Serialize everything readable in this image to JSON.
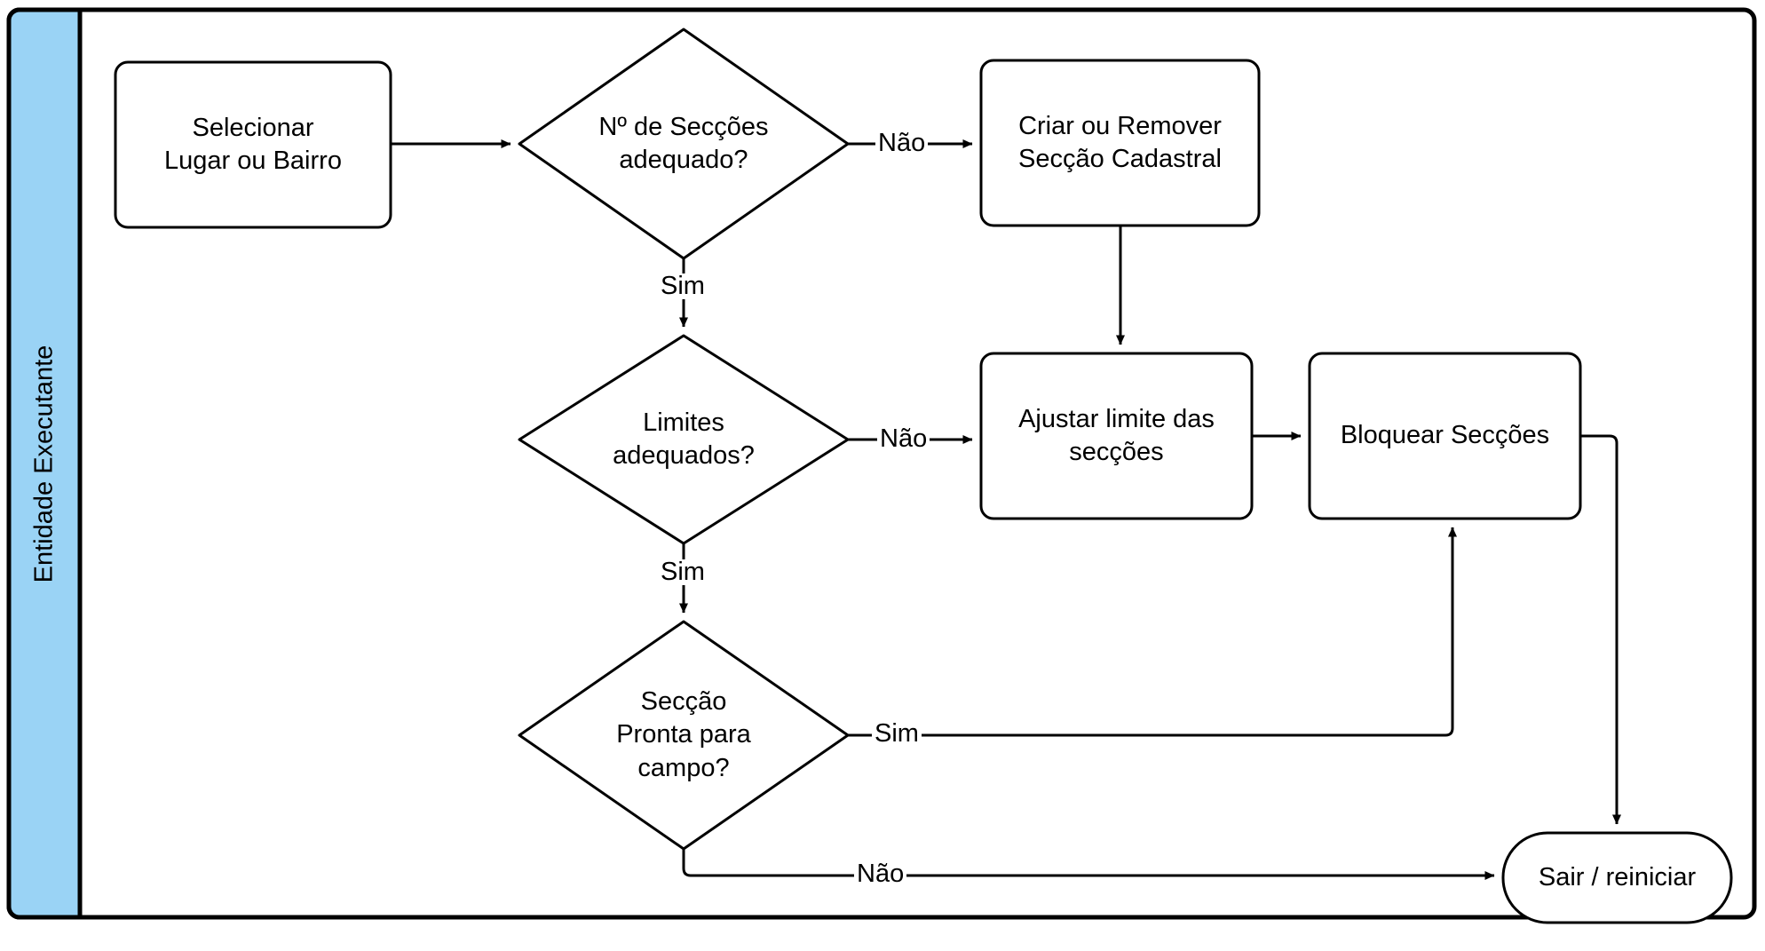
{
  "diagram": {
    "type": "flowchart",
    "title_visible": false,
    "colors": {
      "lane_fill": "#9ad3f5",
      "stroke": "#000000",
      "shape_fill": "#ffffff",
      "canvas": "#ffffff"
    },
    "lane": {
      "label": "Entidade Executante"
    },
    "nodes": [
      {
        "id": "selecionar",
        "shape": "process",
        "label": "Selecionar\nLugar ou Bairro"
      },
      {
        "id": "num-seccoes",
        "shape": "decision",
        "label": "Nº de Secções\nadequado?"
      },
      {
        "id": "criar-remover",
        "shape": "process",
        "label": "Criar ou Remover\nSecção Cadastral"
      },
      {
        "id": "limites",
        "shape": "decision",
        "label": "Limites\nadequados?"
      },
      {
        "id": "ajustar-limite",
        "shape": "process",
        "label": "Ajustar limite das\nsecções"
      },
      {
        "id": "bloquear",
        "shape": "process",
        "label": "Bloquear Secções"
      },
      {
        "id": "seccao-pronta",
        "shape": "decision",
        "label": "Secção\nPronta para\ncampo?"
      },
      {
        "id": "sair",
        "shape": "terminator",
        "label": "Sair / reiniciar"
      }
    ],
    "edges": [
      {
        "id": "e1",
        "from": "selecionar",
        "to": "num-seccoes",
        "label": ""
      },
      {
        "id": "e2",
        "from": "num-seccoes",
        "to": "criar-remover",
        "label": "Não"
      },
      {
        "id": "e3",
        "from": "num-seccoes",
        "to": "limites",
        "label": "Sim"
      },
      {
        "id": "e4",
        "from": "criar-remover",
        "to": "ajustar-limite",
        "label": ""
      },
      {
        "id": "e5",
        "from": "limites",
        "to": "ajustar-limite",
        "label": "Não"
      },
      {
        "id": "e6",
        "from": "limites",
        "to": "seccao-pronta",
        "label": "Sim"
      },
      {
        "id": "e7",
        "from": "ajustar-limite",
        "to": "bloquear",
        "label": ""
      },
      {
        "id": "e8",
        "from": "seccao-pronta",
        "to": "bloquear",
        "label": "Sim"
      },
      {
        "id": "e9",
        "from": "seccao-pronta",
        "to": "sair",
        "label": "Não"
      },
      {
        "id": "e10",
        "from": "bloquear",
        "to": "sair",
        "label": ""
      }
    ]
  }
}
